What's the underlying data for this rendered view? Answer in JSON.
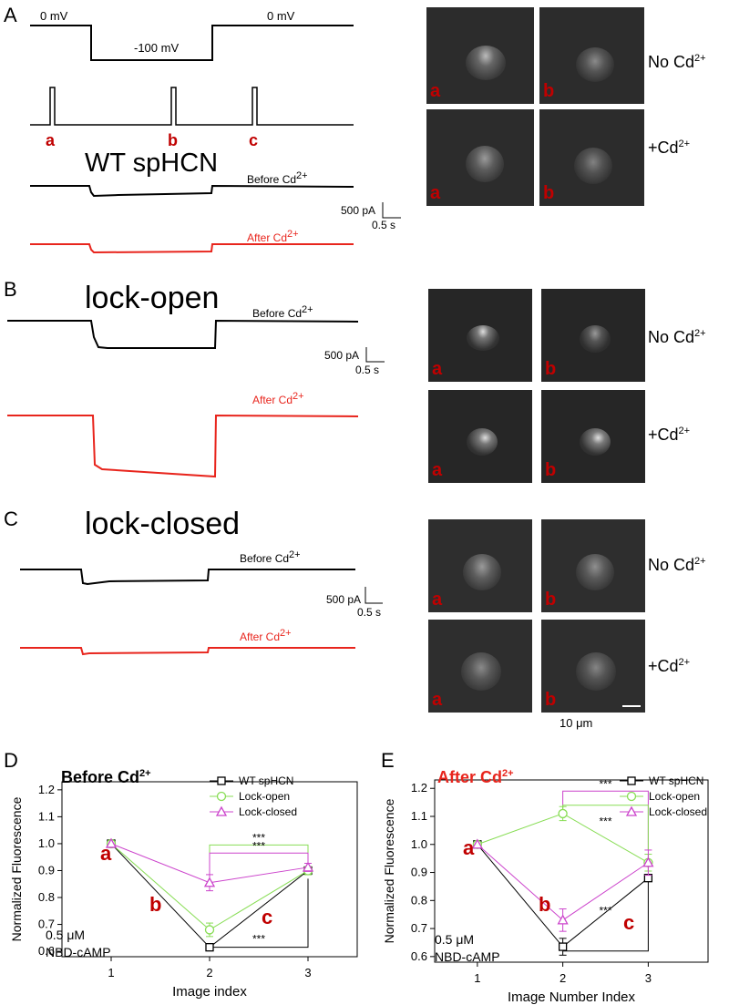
{
  "panel_labels": {
    "A": "A",
    "B": "B",
    "C": "C",
    "D": "D",
    "E": "E"
  },
  "protocol": {
    "v_hold_left": "0 mV",
    "v_step": "-100 mV",
    "v_hold_right": "0 mV",
    "markers": [
      "a",
      "b",
      "c"
    ]
  },
  "traces": {
    "wt_title": "WT spHCN",
    "lock_open_title": "lock-open",
    "lock_closed_title": "lock-closed",
    "before_label": "Before Cd",
    "after_label": "After Cd",
    "cd_sup": "2+",
    "scale_current": "500 pA",
    "scale_time": "0.5 s"
  },
  "images": {
    "no_cd": "No Cd",
    "plus_cd": "+Cd",
    "cd_sup": "2+",
    "letter_a": "a",
    "letter_b": "b",
    "scale_bar": "10 μm"
  },
  "panel_D": {
    "title": "Before Cd",
    "title_sup": "2+",
    "ylabel": "Normalized Fluorescence",
    "xlabel": "Image index",
    "annotation_line1": "0.5 μM",
    "annotation_line2": "NBD-cAMP",
    "sig": "***",
    "point_letters": [
      "a",
      "b",
      "c"
    ]
  },
  "panel_E": {
    "title": "After Cd",
    "title_sup": "2+",
    "ylabel": "Normalized Fluorescence",
    "xlabel": "Image Number Index",
    "annotation_line1": "0.5 μM",
    "annotation_line2": "NBD-cAMP",
    "sig": "***",
    "point_letters": [
      "a",
      "b",
      "c"
    ]
  },
  "chart_data": [
    {
      "type": "line",
      "title": "Before Cd2+",
      "xlabel": "Image index",
      "ylabel": "Normalized Fluorescence",
      "x": [
        1,
        2,
        3
      ],
      "xlim": [
        0.5,
        3.5
      ],
      "ylim": [
        0.58,
        1.23
      ],
      "yticks": [
        0.6,
        0.7,
        0.8,
        0.9,
        1.0,
        1.1,
        1.2
      ],
      "xticks": [
        1,
        2,
        3
      ],
      "legend_position": "top-right",
      "series": [
        {
          "name": "WT spHCN",
          "marker": "square",
          "color": "#000000",
          "values": [
            1.0,
            0.615,
            0.9
          ],
          "errors": [
            0,
            0.012,
            0.015
          ]
        },
        {
          "name": "Lock-open",
          "marker": "circle",
          "color": "#88dd55",
          "values": [
            1.0,
            0.68,
            0.9
          ],
          "errors": [
            0,
            0.025,
            0.015
          ]
        },
        {
          "name": "Lock-closed",
          "marker": "triangle",
          "color": "#cc44cc",
          "values": [
            1.0,
            0.855,
            0.912
          ],
          "errors": [
            0,
            0.03,
            0.015
          ]
        }
      ]
    },
    {
      "type": "line",
      "title": "After Cd2+",
      "xlabel": "Image Number Index",
      "ylabel": "Normalized Fluorescence",
      "x": [
        1,
        2,
        3
      ],
      "xlim": [
        0.5,
        3.7
      ],
      "ylim": [
        0.58,
        1.23
      ],
      "yticks": [
        0.6,
        0.7,
        0.8,
        0.9,
        1.0,
        1.1,
        1.2
      ],
      "xticks": [
        1,
        2,
        3
      ],
      "legend_position": "top-right",
      "series": [
        {
          "name": "WT spHCN",
          "marker": "square",
          "color": "#000000",
          "values": [
            1.0,
            0.635,
            0.88
          ],
          "errors": [
            0,
            0.03,
            0.012
          ]
        },
        {
          "name": "Lock-open",
          "marker": "circle",
          "color": "#88dd55",
          "values": [
            1.0,
            1.11,
            0.935
          ],
          "errors": [
            0,
            0.025,
            0.03
          ]
        },
        {
          "name": "Lock-closed",
          "marker": "triangle",
          "color": "#cc44cc",
          "values": [
            1.0,
            0.73,
            0.935
          ],
          "errors": [
            0,
            0.04,
            0.045
          ]
        }
      ]
    }
  ]
}
